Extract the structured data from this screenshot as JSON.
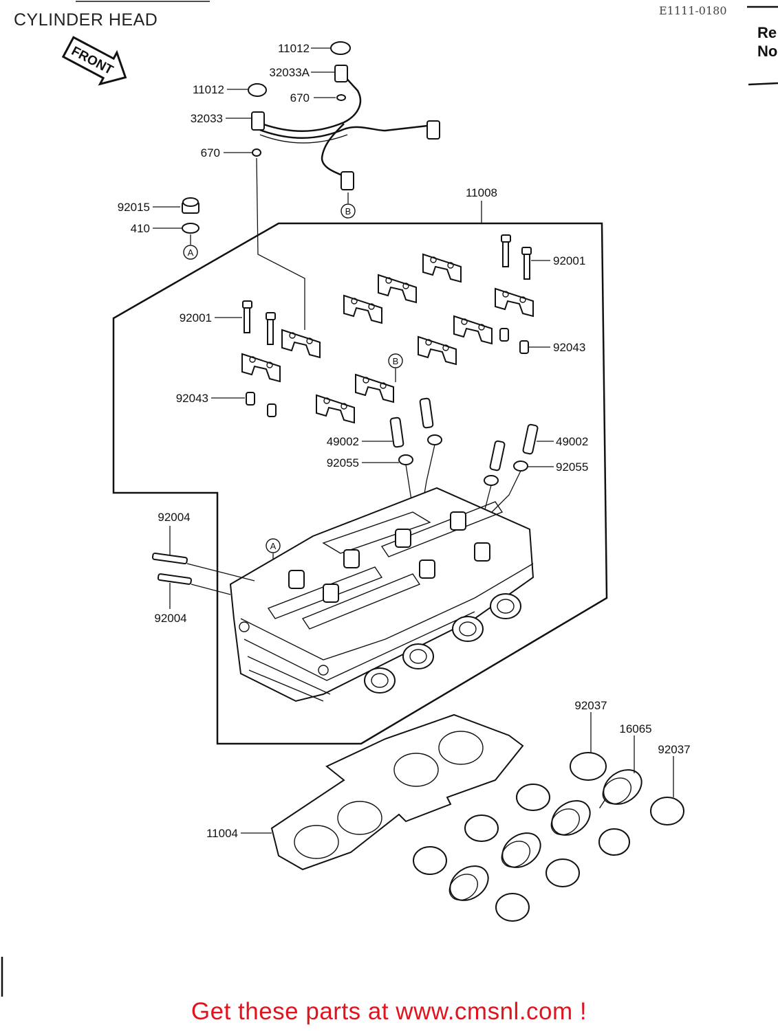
{
  "header": {
    "title": "CYLINDER HEAD",
    "code": "E1111-0180",
    "corner_text": [
      "Re",
      "No"
    ]
  },
  "footer": {
    "promo": "Get these parts at www.cmsnl.com !"
  },
  "diagram": {
    "front_sign": "FRONT",
    "markers": {
      "a": "A",
      "b": "B"
    },
    "labels": {
      "cap_top": "11012",
      "fitting_upper": "32033A",
      "cap_left": "11012",
      "washer_upper": "670",
      "fitting_lower": "32033",
      "washer_lower": "670",
      "head_assy": "11008",
      "nut": "92015",
      "washer_410": "410",
      "bolt_right": "92001",
      "bolt_left": "92001",
      "dowel_right": "92043",
      "dowel_left": "92043",
      "guide_left": "49002",
      "guide_right": "49002",
      "oring_left": "92055",
      "oring_right": "92055",
      "stud_upper": "92004",
      "stud_lower": "92004",
      "clamp_left": "92037",
      "holder": "16065",
      "clamp_right": "92037",
      "gasket": "11004"
    }
  }
}
